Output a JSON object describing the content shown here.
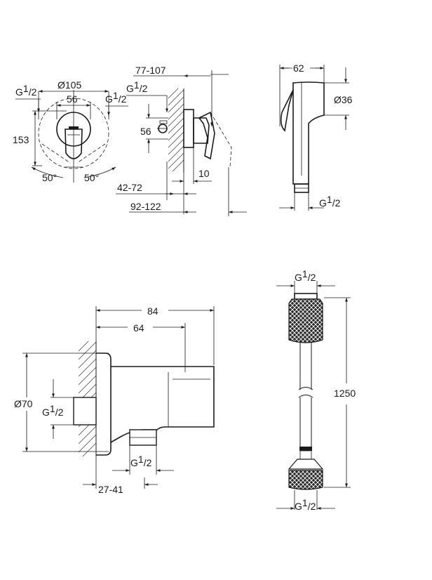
{
  "drawing": {
    "faucet_front": {
      "d_plate": "Ø105",
      "w_inner": "56",
      "g_left_main": "G",
      "g_left_sup": "1",
      "g_left_den": "/2",
      "g_right_main": "G",
      "g_right_sup": "1",
      "g_right_den": "/2",
      "height": "153",
      "angle_left": "50°",
      "angle_right": "50°"
    },
    "faucet_side": {
      "depth_range": "77-107",
      "g_main": "G",
      "g_sup": "1",
      "g_den": "/2",
      "height": "56",
      "offset": "10",
      "range_low": "42-72",
      "range_total": "92-122"
    },
    "spray_head": {
      "width": "62",
      "diameter": "Ø36",
      "g_main": "G",
      "g_sup": "1",
      "g_den": "/2"
    },
    "wall_elbow": {
      "total": "84",
      "partial": "64",
      "diameter": "Ø70",
      "g_in_main": "G",
      "g_in_sup": "1",
      "g_in_den": "/2",
      "g_out_main": "G",
      "g_out_sup": "1",
      "g_out_den": "/2",
      "range": "27-41"
    },
    "hose": {
      "g_top_main": "G",
      "g_top_sup": "1",
      "g_top_den": "/2",
      "length": "1250",
      "g_bottom_main": "G",
      "g_bottom_sup": "1",
      "g_bottom_den": "/2"
    }
  }
}
